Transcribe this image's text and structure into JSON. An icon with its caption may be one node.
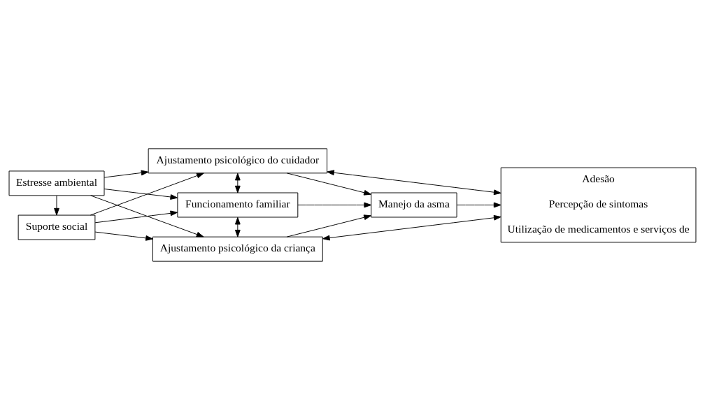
{
  "diagram": {
    "nodes": [
      {
        "text": [
          "Estresse ambiental"
        ]
      },
      {
        "text": [
          "Suporte social"
        ]
      },
      {
        "text": [
          "Ajustamento psicológico do cuidador"
        ]
      },
      {
        "text": [
          "Funcionamento familiar"
        ]
      },
      {
        "text": [
          "Ajustamento psicológico da criança"
        ]
      },
      {
        "text": [
          "Manejo da asma"
        ]
      },
      {
        "text": [
          "Adesão",
          "Percepção de sintomas",
          "Utilização de medicamentos e serviços de"
        ]
      }
    ],
    "edges": [
      {
        "from": 0,
        "to": 1,
        "arrow": "to"
      },
      {
        "from": 0,
        "to": 2,
        "arrow": "to"
      },
      {
        "from": 0,
        "to": 3,
        "arrow": "to"
      },
      {
        "from": 0,
        "to": 4,
        "arrow": "to"
      },
      {
        "from": 1,
        "to": 2,
        "arrow": "to"
      },
      {
        "from": 1,
        "to": 3,
        "arrow": "to"
      },
      {
        "from": 1,
        "to": 4,
        "arrow": "to"
      },
      {
        "from": 2,
        "to": 3,
        "arrow": "both"
      },
      {
        "from": 3,
        "to": 4,
        "arrow": "both"
      },
      {
        "from": 2,
        "to": 5,
        "arrow": "to"
      },
      {
        "from": 3,
        "to": 5,
        "arrow": "to"
      },
      {
        "from": 4,
        "to": 5,
        "arrow": "to"
      },
      {
        "from": 5,
        "to": 6,
        "arrow": "to"
      },
      {
        "from": 2,
        "to": 6,
        "arrow": "both"
      },
      {
        "from": 4,
        "to": 6,
        "arrow": "both"
      }
    ]
  }
}
